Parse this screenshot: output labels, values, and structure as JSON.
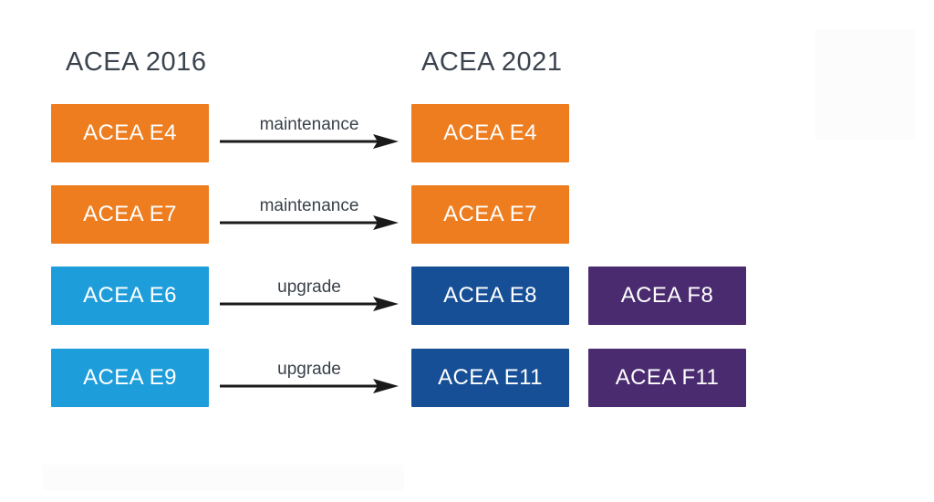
{
  "diagram": {
    "left_column_title": "ACEA 2016",
    "right_column_title": "ACEA 2021",
    "rows": [
      {
        "source": "ACEA E4",
        "relation": "maintenance",
        "target": "ACEA E4",
        "extra": ""
      },
      {
        "source": "ACEA E7",
        "relation": "maintenance",
        "target": "ACEA E7",
        "extra": ""
      },
      {
        "source": "ACEA E6",
        "relation": "upgrade",
        "target": "ACEA E8",
        "extra": "ACEA F8"
      },
      {
        "source": "ACEA E9",
        "relation": "upgrade",
        "target": "ACEA E11",
        "extra": "ACEA F11"
      }
    ],
    "colors": {
      "orange": "#EE7D1F",
      "light_blue": "#1E9DDB",
      "dark_blue": "#164F96",
      "purple": "#4A2B6F",
      "heading_text": "#3B434E",
      "relation_text": "#3A4149",
      "box_text": "#FFFFFF",
      "arrow": "#1A1A1A"
    }
  }
}
